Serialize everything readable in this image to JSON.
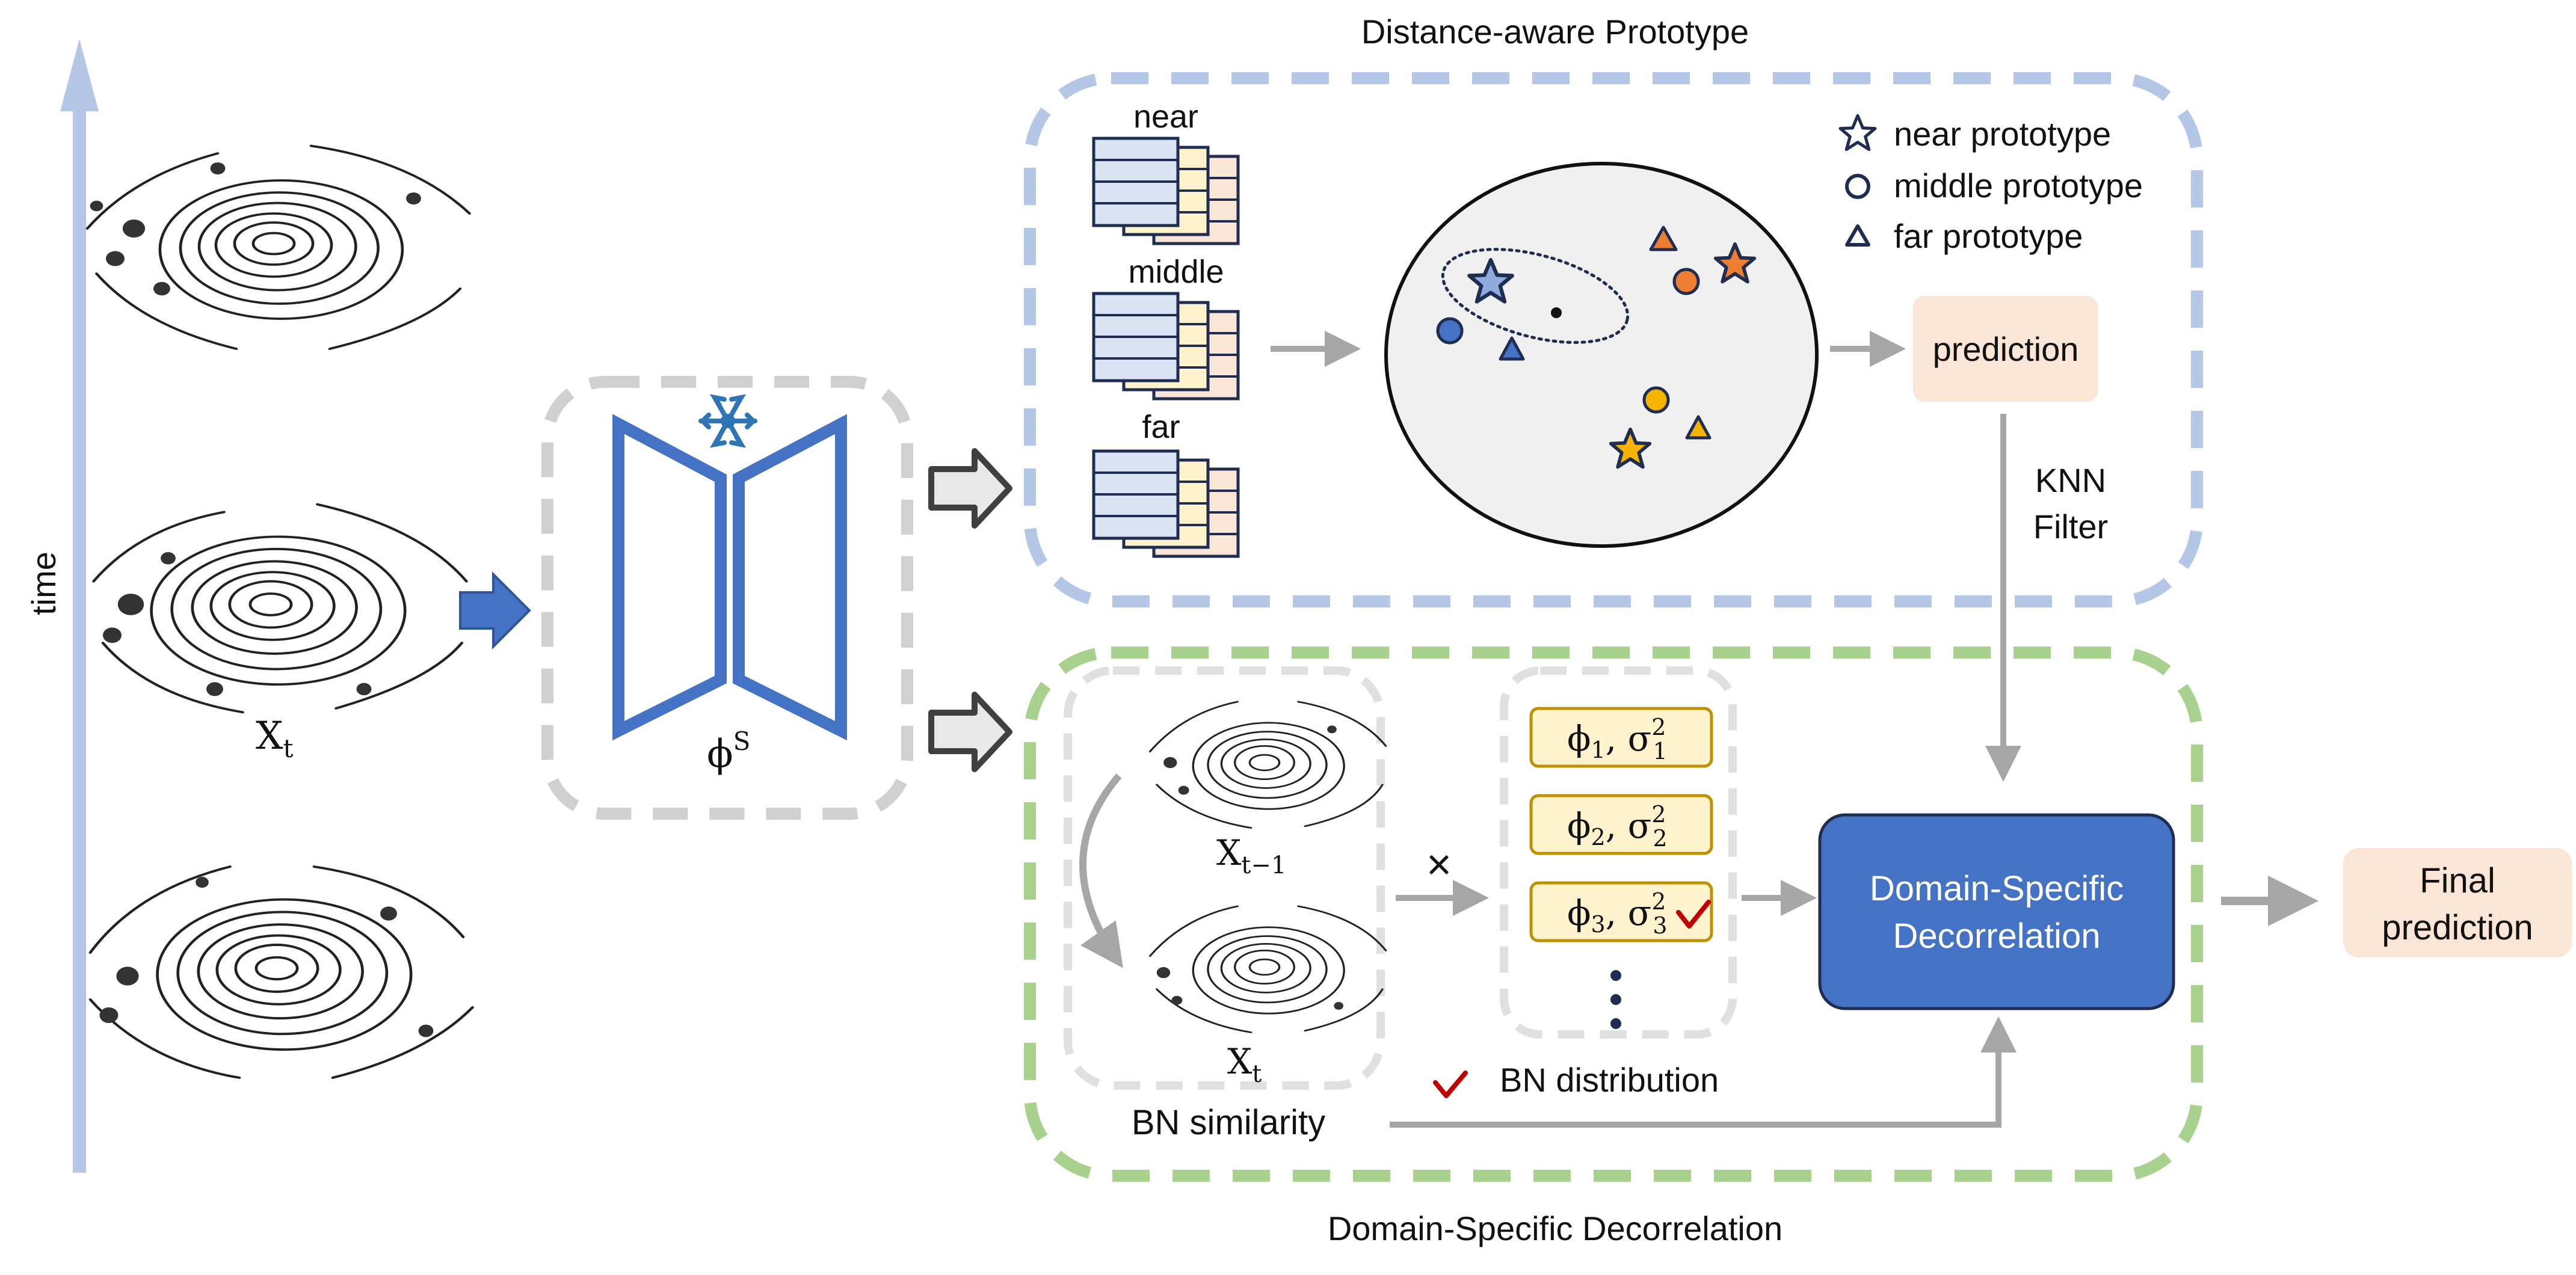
{
  "time_axis": {
    "label": "time"
  },
  "frames": {
    "current_label_base": "X",
    "current_label_sub": "t"
  },
  "model": {
    "symbol_base": "ϕ",
    "symbol_sup": "S",
    "frozen_icon": "snowflake-icon"
  },
  "prototype_panel": {
    "title": "Distance-aware Prototype",
    "groups": [
      "near",
      "middle",
      "far"
    ],
    "legend": [
      "near prototype",
      "middle prototype",
      "far prototype"
    ],
    "prediction_label": "prediction",
    "knn_label_line1": "KNN",
    "knn_label_line2": "Filter"
  },
  "decorrelation_panel": {
    "title": "Domain-Specific Decorrelation",
    "prev_frame_base": "X",
    "prev_frame_sub": "t−1",
    "curr_frame_base": "X",
    "curr_frame_sub": "t",
    "similarity_label": "BN similarity",
    "multiply_symbol": "×",
    "bn_stats": [
      {
        "mu": "ϕ",
        "mu_sub": "1",
        "sigma": "σ",
        "sigma_sub": "1",
        "sigma_sup": "2",
        "selected": false
      },
      {
        "mu": "ϕ",
        "mu_sub": "2",
        "sigma": "σ",
        "sigma_sub": "2",
        "sigma_sup": "2",
        "selected": false
      },
      {
        "mu": "ϕ",
        "mu_sub": "3",
        "sigma": "σ",
        "sigma_sub": "3",
        "sigma_sup": "2",
        "selected": true
      }
    ],
    "ellipsis": "⋮",
    "bn_legend_label": "BN distribution",
    "dsd_block_line1": "Domain-Specific",
    "dsd_block_line2": "Decorrelation"
  },
  "final_prediction": {
    "line1": "Final",
    "line2": "prediction"
  },
  "colors": {
    "time_axis": "#b4c7e7",
    "model_blue": "#4472c4",
    "prototype_border": "#b4c7e7",
    "decorrelation_border": "#a9d18e",
    "gray_border": "#d0d0d0",
    "gray_arrow": "#a6a6a6",
    "prediction_fill": "#fbe5d6",
    "stat_fill": "#fff2cc",
    "stat_border": "#bf9000",
    "near_color": "#4472c4",
    "middle_color": "#f4b400",
    "far_color": "#ed7d31",
    "check_color": "#c00000",
    "feature_blue": "#dae3f3",
    "feature_yellow": "#fff2cc",
    "feature_orange": "#fbe5d6"
  }
}
